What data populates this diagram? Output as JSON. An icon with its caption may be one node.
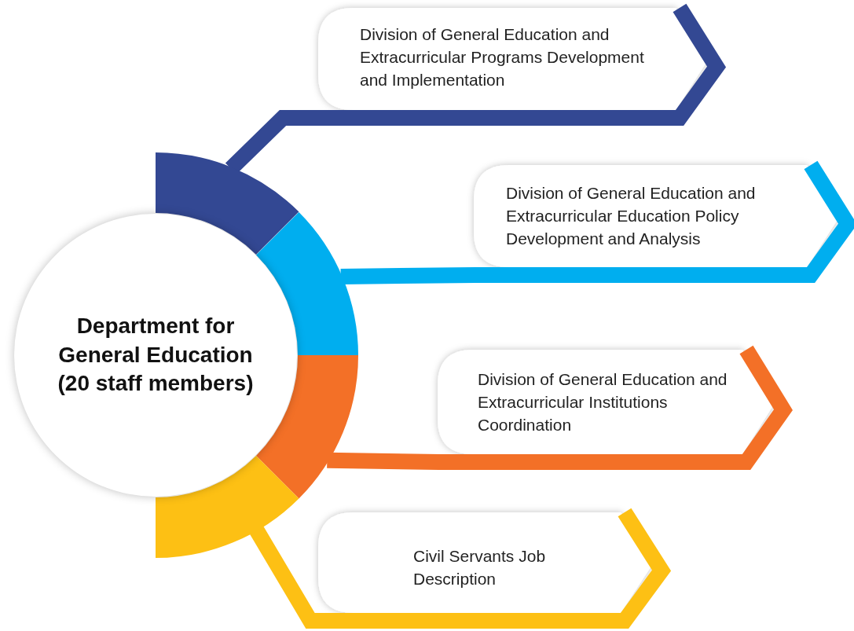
{
  "diagram": {
    "nodes": [
      {
        "text": [
          "Department for General Education (20 staff members)"
        ]
      },
      {
        "text": [],
        "shape": "arc"
      },
      {
        "text": [],
        "shape": "arc"
      },
      {
        "text": [],
        "shape": "arc"
      },
      {
        "text": [],
        "shape": "arc"
      },
      {
        "text": [
          "Division of General Education and Extracurricular Programs Development and Implementation"
        ]
      },
      {
        "text": [
          "Division of General Education and Extracurricular Education Policy Development and Analysis"
        ]
      },
      {
        "text": [
          "Division of General Education and Extracurricular Institutions Coordination"
        ]
      },
      {
        "text": [
          "Civil Servants Job Description"
        ]
      }
    ],
    "edges": [
      {
        "from": 1,
        "to": 5,
        "arrow": "none",
        "color": "#334893"
      },
      {
        "from": 2,
        "to": 6,
        "arrow": "none",
        "color": "#00aeef"
      },
      {
        "from": 3,
        "to": 7,
        "arrow": "none",
        "color": "#f37027"
      },
      {
        "from": 4,
        "to": 8,
        "arrow": "none",
        "color": "#fdc014"
      }
    ]
  }
}
